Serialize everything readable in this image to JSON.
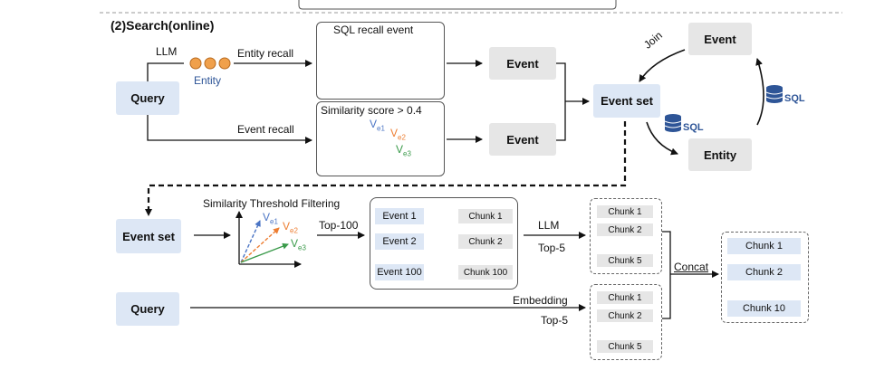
{
  "section": {
    "title": "(2)Search(online)"
  },
  "top": {
    "llm": "LLM",
    "entity": "Entity",
    "entity_recall": "Entity recall",
    "event_recall": "Event recall",
    "sql_recall_title": "SQL recall event",
    "similarity_title": "Similarity score > 0.4",
    "query": "Query",
    "event_a": "Event",
    "event_b": "Event",
    "event_set": "Event set",
    "join": "Join",
    "event_right": "Event",
    "entity_right": "Entity",
    "sql_a": "SQL",
    "sql_b": "SQL"
  },
  "bottom": {
    "event_set": "Event set",
    "query": "Query",
    "filter_title": "Similarity Threshold Filtering",
    "top100": "Top-100",
    "events": [
      "Event 1",
      "Event 2",
      "Event 100"
    ],
    "chunks": [
      "Chunk 1",
      "Chunk 2",
      "Chunk 100"
    ],
    "llm": "LLM",
    "top5_a": "Top-5",
    "embedding": "Embedding",
    "top5_b": "Top-5",
    "llm_chunks": [
      "Chunk 1",
      "Chunk 2",
      "Chunk 5"
    ],
    "emb_chunks": [
      "Chunk 1",
      "Chunk 2",
      "Chunk 5"
    ],
    "concat": "Concat",
    "final_chunks": [
      "Chunk 1",
      "Chunk 2",
      "Chunk 10"
    ]
  },
  "vectors": {
    "v": "V",
    "e1": "e1",
    "e2": "e2",
    "e3": "e3"
  },
  "colors": {
    "blue_box": "#dde7f5",
    "grey_box": "#e6e6e6",
    "entity_dot": "#f0a04b",
    "vec_blue": "#4a74c4",
    "vec_orange": "#ed7d31",
    "vec_green": "#3a9a4a",
    "db_blue": "#2e5597"
  }
}
